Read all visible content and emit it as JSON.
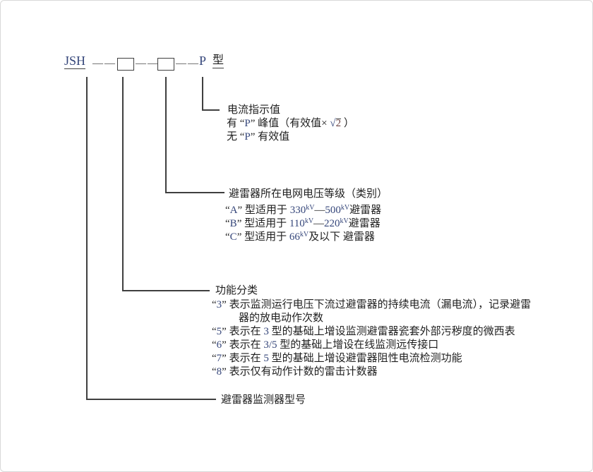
{
  "palette": {
    "background": "#ffffff",
    "frame_border": "#d8d8d8",
    "line_color": "#3f3f3f",
    "cjk_text_color": "#1f1f1f",
    "latin_text_color": "#35467a",
    "radicand_color": "#6e4545"
  },
  "model": {
    "prefix": "JSH",
    "dash": "——",
    "p_char": "P",
    "type_char": "型"
  },
  "blocks": {
    "current": {
      "title": [
        {
          "t": "电流指示值",
          "k": "c"
        }
      ],
      "line2": [
        {
          "t": "有 “",
          "k": "c"
        },
        {
          "t": "P",
          "k": "l"
        },
        {
          "t": "” 峰值（有效值× ",
          "k": "c"
        },
        {
          "t": "√",
          "k": "l"
        },
        {
          "t": "2",
          "k": "r"
        },
        {
          "t": " ）",
          "k": "c"
        }
      ],
      "line3": [
        {
          "t": "无 “",
          "k": "c"
        },
        {
          "t": "P",
          "k": "l"
        },
        {
          "t": "” 有效值",
          "k": "c"
        }
      ]
    },
    "voltage": {
      "title": [
        {
          "t": "避雷器所在电网电压等级（类别）",
          "k": "c"
        }
      ],
      "line_a": [
        {
          "t": "“",
          "k": "c"
        },
        {
          "t": "A",
          "k": "l"
        },
        {
          "t": "” 型适用于 ",
          "k": "c"
        },
        {
          "t": "330",
          "k": "l"
        },
        {
          "t": "kV",
          "k": "s"
        },
        {
          "t": "—",
          "k": "c"
        },
        {
          "t": "500",
          "k": "l"
        },
        {
          "t": "kV",
          "k": "s"
        },
        {
          "t": "避雷器",
          "k": "c"
        }
      ],
      "line_b": [
        {
          "t": "“",
          "k": "c"
        },
        {
          "t": "B",
          "k": "l"
        },
        {
          "t": "” 型适用于 ",
          "k": "c"
        },
        {
          "t": "110",
          "k": "l"
        },
        {
          "t": "kV",
          "k": "s"
        },
        {
          "t": "—",
          "k": "c"
        },
        {
          "t": "220",
          "k": "l"
        },
        {
          "t": "kV",
          "k": "s"
        },
        {
          "t": "避雷器",
          "k": "c"
        }
      ],
      "line_c": [
        {
          "t": "“",
          "k": "c"
        },
        {
          "t": "C",
          "k": "l"
        },
        {
          "t": "” 型适用于  ",
          "k": "c"
        },
        {
          "t": "66",
          "k": "l"
        },
        {
          "t": "kV",
          "k": "s"
        },
        {
          "t": "及以下  避雷器",
          "k": "c"
        }
      ]
    },
    "function": {
      "title": [
        {
          "t": "功能分类",
          "k": "c"
        }
      ],
      "line_3": [
        {
          "t": "“",
          "k": "c"
        },
        {
          "t": "3",
          "k": "l"
        },
        {
          "t": "” 表示监测运行电压下流过避雷器的持续电流（漏电流），记录避雷",
          "k": "c"
        }
      ],
      "line_3b": [
        {
          "t": "器的放电动作次数",
          "k": "c"
        }
      ],
      "line_5": [
        {
          "t": "“",
          "k": "c"
        },
        {
          "t": "5",
          "k": "l"
        },
        {
          "t": "” 表示在 ",
          "k": "c"
        },
        {
          "t": "3",
          "k": "l"
        },
        {
          "t": " 型的基础上增设监测避雷器瓷套外部污秽度的微西表",
          "k": "c"
        }
      ],
      "line_6": [
        {
          "t": "“",
          "k": "c"
        },
        {
          "t": "6",
          "k": "l"
        },
        {
          "t": "” 表示在 ",
          "k": "c"
        },
        {
          "t": "3/5",
          "k": "l"
        },
        {
          "t": " 型的基础上增设在线监测远传接口",
          "k": "c"
        }
      ],
      "line_7": [
        {
          "t": "“",
          "k": "c"
        },
        {
          "t": "7",
          "k": "l"
        },
        {
          "t": "” 表示在 ",
          "k": "c"
        },
        {
          "t": "5",
          "k": "l"
        },
        {
          "t": " 型的基础上增设避雷器阻性电流检测功能",
          "k": "c"
        }
      ],
      "line_8": [
        {
          "t": "“",
          "k": "c"
        },
        {
          "t": "8",
          "k": "l"
        },
        {
          "t": "” 表示仅有动作计数的雷击计数器",
          "k": "c"
        }
      ]
    },
    "model_name": {
      "title": [
        {
          "t": "避雷器监测器型号",
          "k": "c"
        }
      ]
    }
  }
}
